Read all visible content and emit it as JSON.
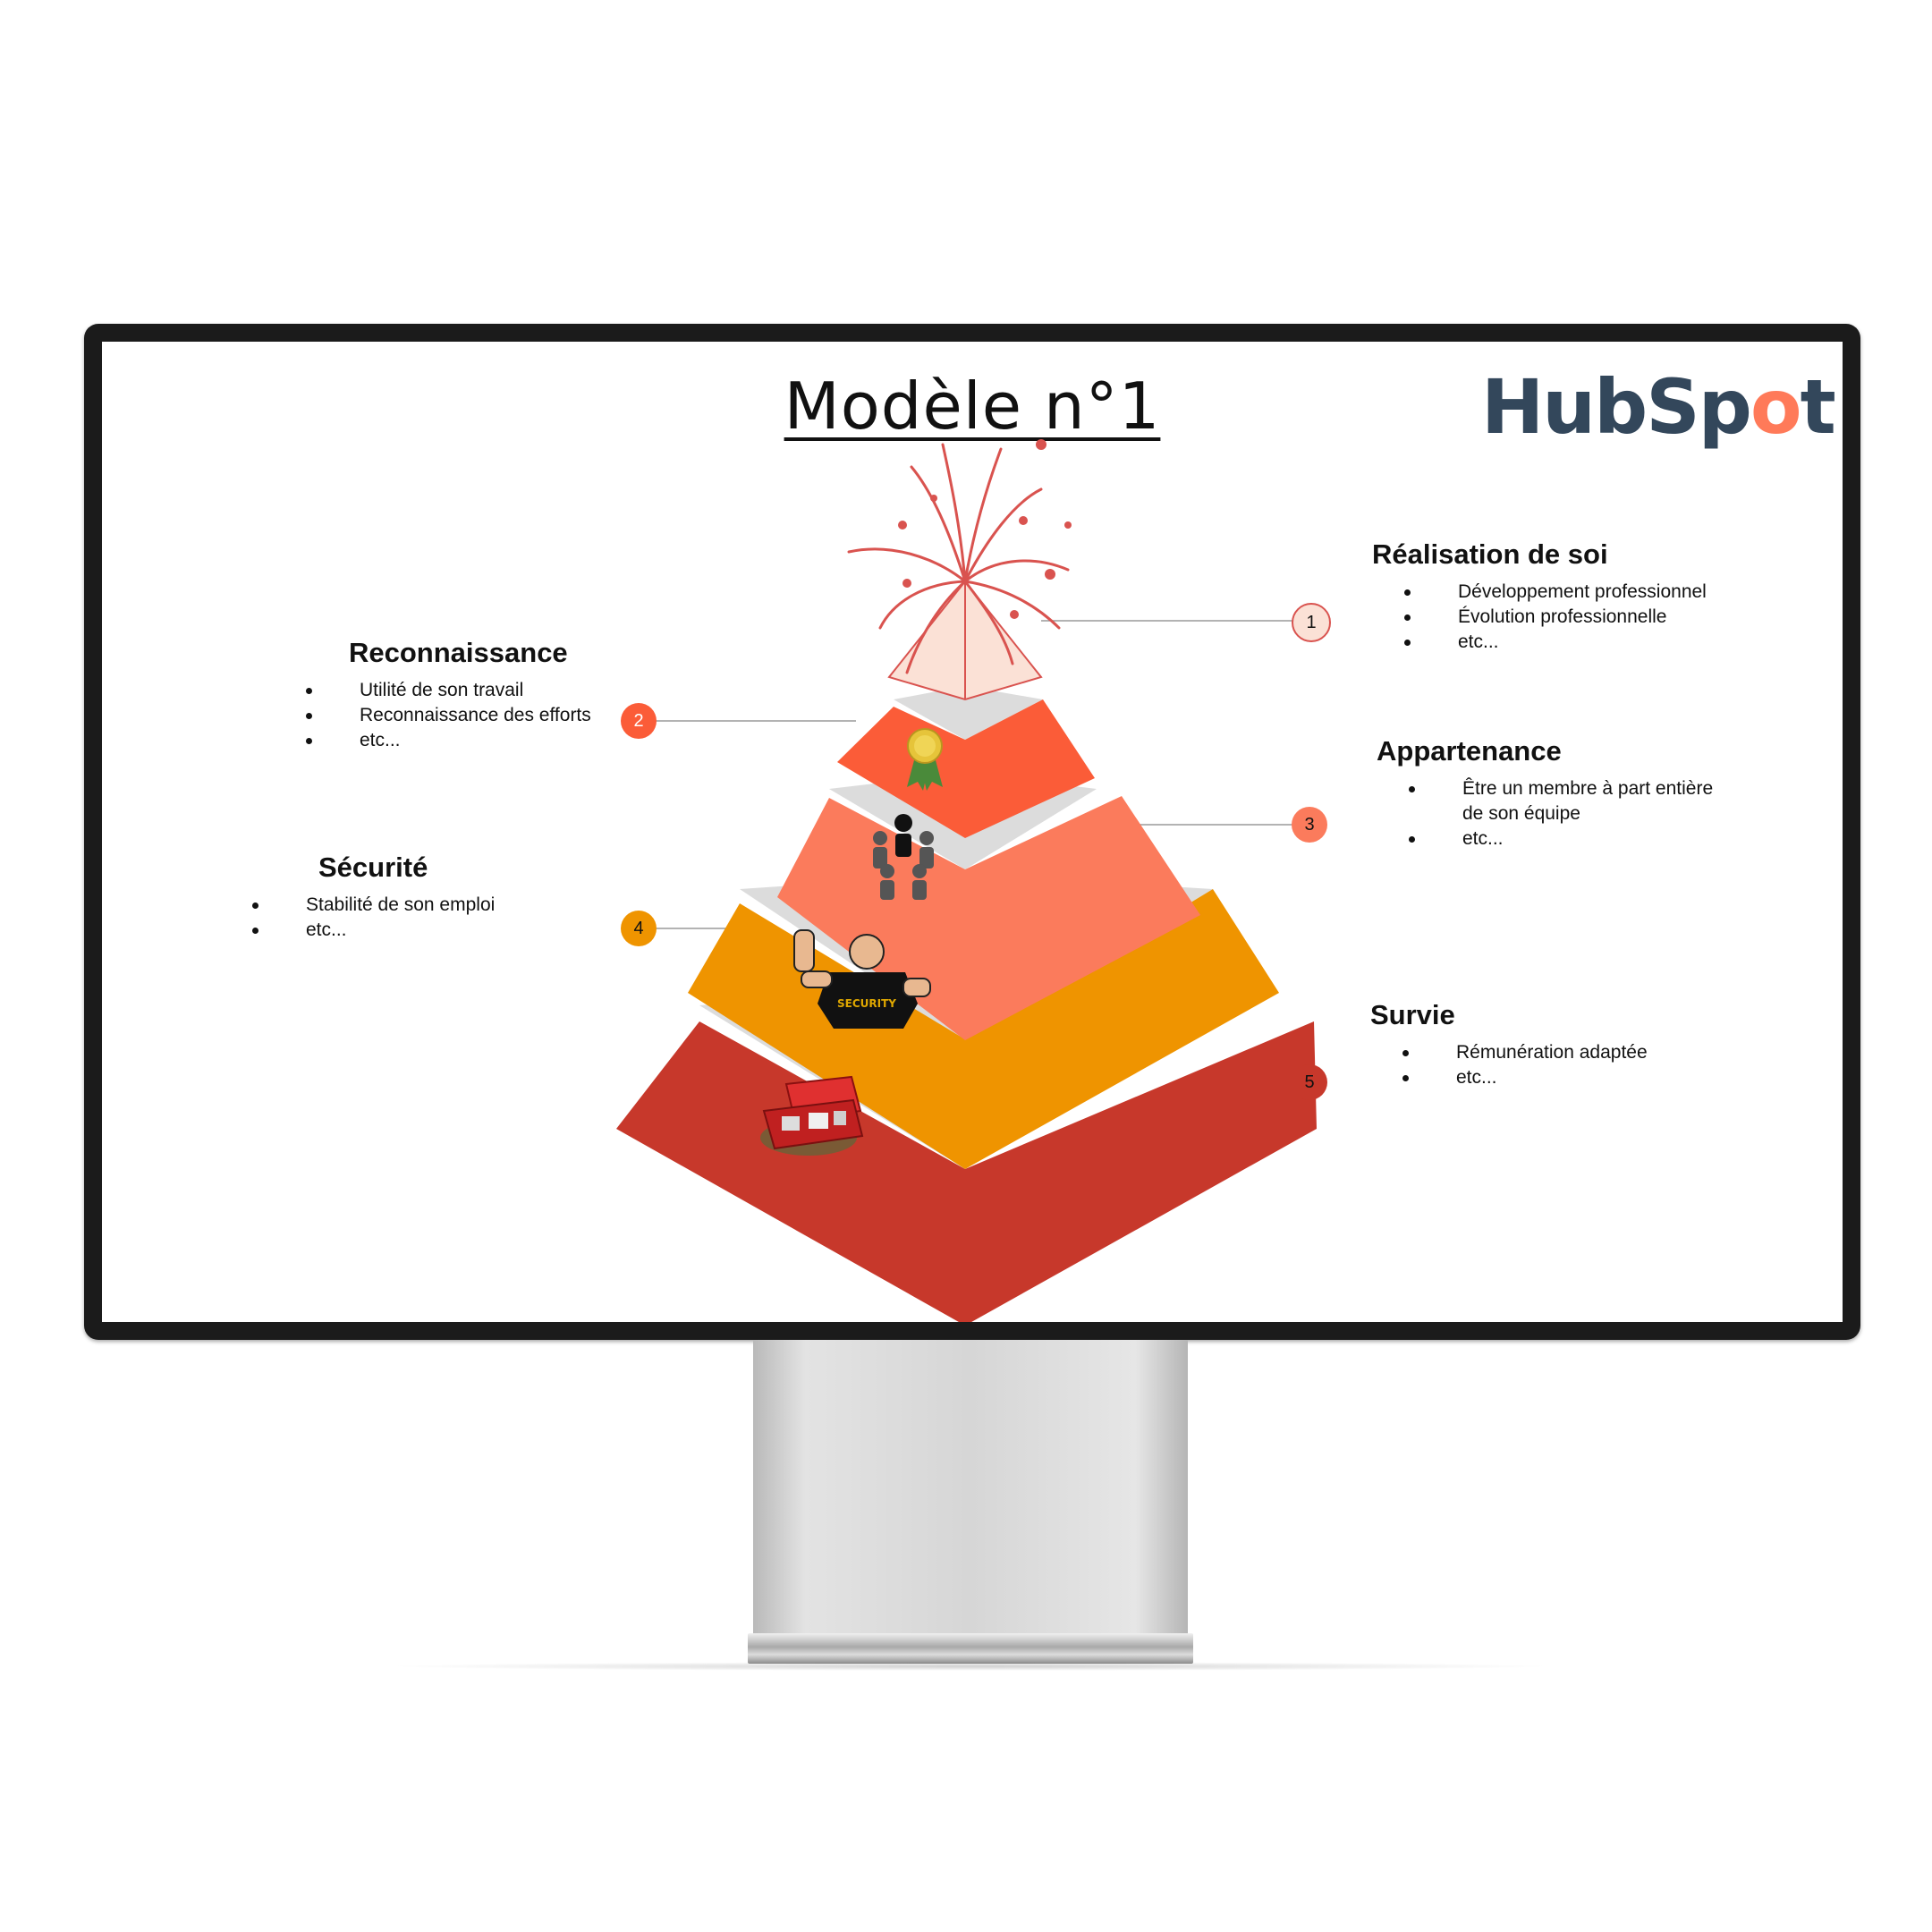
{
  "slide": {
    "title": "Modèle n°1",
    "logo_text_start": "HubSp",
    "logo_text_accent": "o",
    "logo_text_end": "t",
    "logo_colors": {
      "text": "#33475b",
      "accent": "#ff7a59"
    }
  },
  "levels": [
    {
      "number": "1",
      "heading": "Réalisation de soi",
      "bullets": [
        "Développement professionnel",
        "Évolution professionnelle",
        "etc..."
      ],
      "color": "#fbe1d6",
      "icon": "fireworks-icon"
    },
    {
      "number": "2",
      "heading": "Reconnaissance",
      "bullets": [
        "Utilité de son travail",
        "Reconnaissance des efforts",
        "etc..."
      ],
      "color": "#fb5c38",
      "icon": "award-medal-icon"
    },
    {
      "number": "3",
      "heading": "Appartenance",
      "bullets": [
        "Être un membre à part entière de son équipe",
        "etc..."
      ],
      "color": "#fb7b5c",
      "icon": "team-people-icon"
    },
    {
      "number": "4",
      "heading": "Sécurité",
      "bullets": [
        "Stabilité de son emploi",
        "etc..."
      ],
      "color": "#ef9400",
      "icon": "security-guard-icon"
    },
    {
      "number": "5",
      "heading": "Survie",
      "bullets": [
        "Rémunération adaptée",
        "etc..."
      ],
      "color": "#c7382b",
      "icon": "survival-kit-icon"
    }
  ]
}
